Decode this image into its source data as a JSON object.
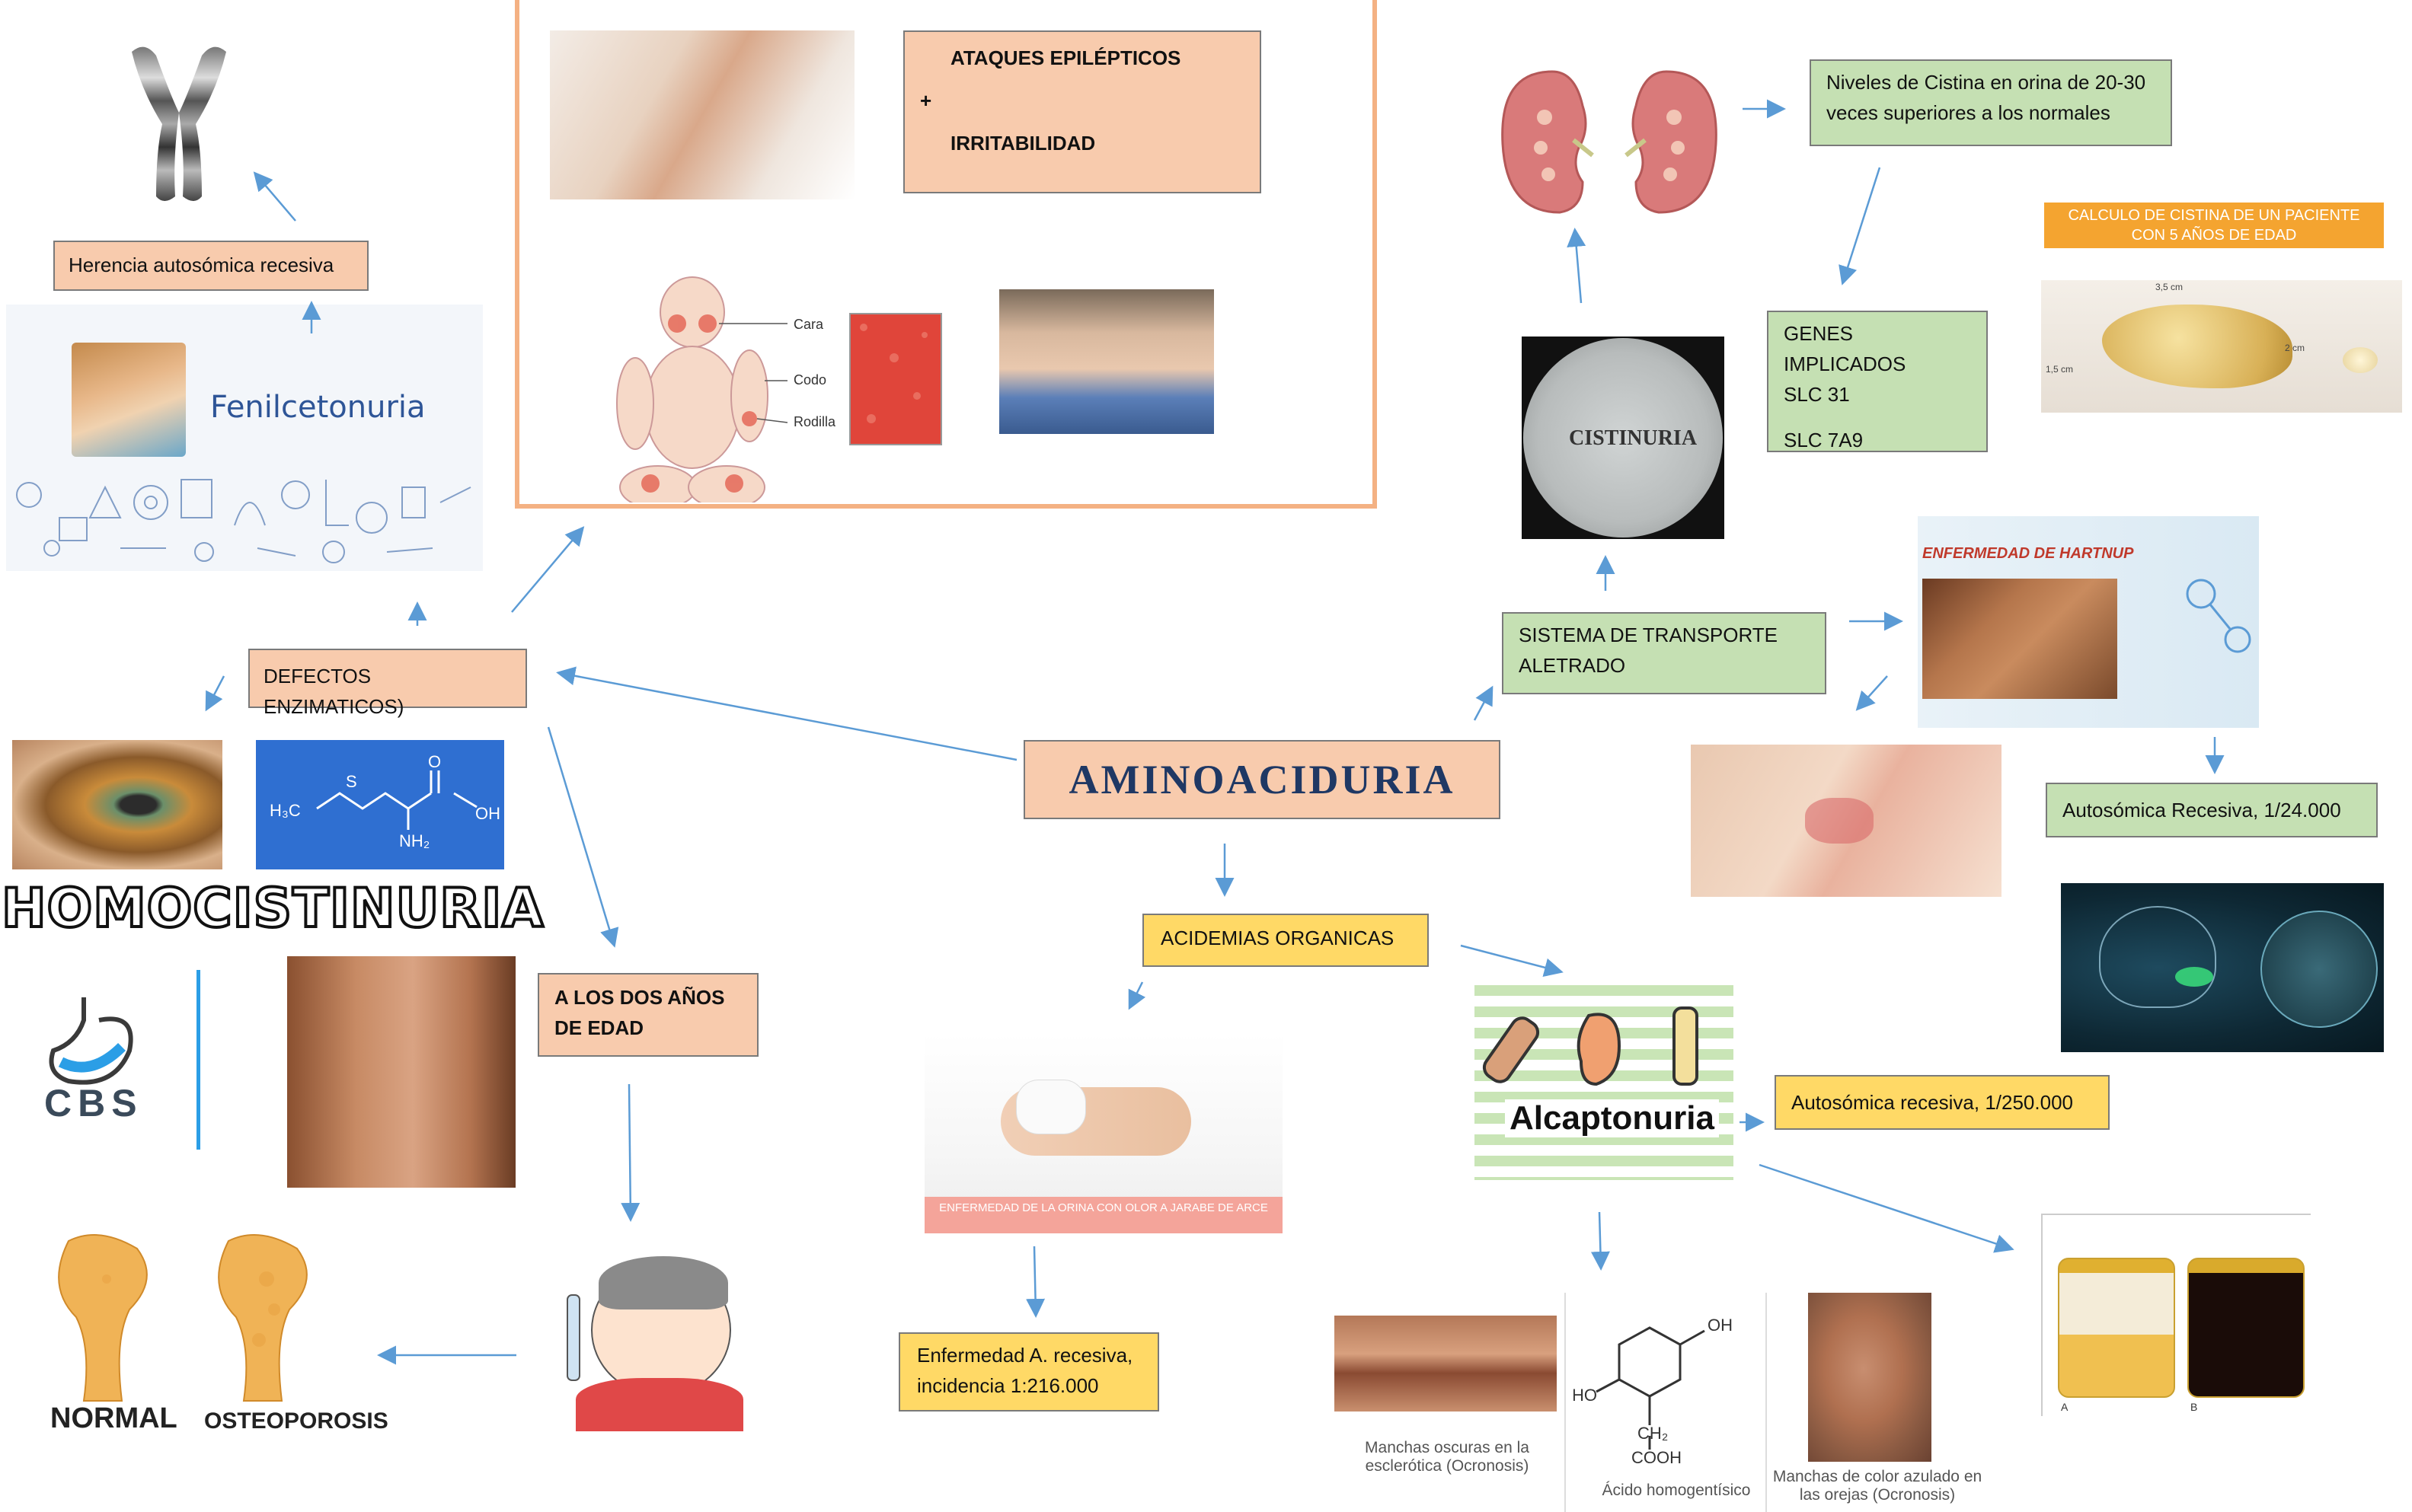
{
  "center": {
    "title": "AMINOACIDURIA"
  },
  "left": {
    "defectos": "DEFECTOS ENZIMATICOS)",
    "herencia": "Herencia autosómica recesiva",
    "fenilcetonuria": "Fenilcetonuria",
    "homocistinuria": "HOMOCISTINURIA",
    "cbs": "CBS",
    "edad": "A LOS DOS AÑOS DE EDAD",
    "normal": "NORMAL",
    "osteoporosis": "OSTEOPOROSIS"
  },
  "top": {
    "ataques": "ATAQUES EPILÉPTICOS",
    "plus": "+",
    "irritabilidad": "IRRITABILIDAD",
    "cara": "Cara",
    "codo": "Codo",
    "rodilla": "Rodilla"
  },
  "right": {
    "transporte": "SISTEMA DE TRANSPORTE ALETRADO",
    "cistinuria": "CISTINURIA",
    "niveles": "Niveles de Cistina en orina de 20-30 veces superiores a los normales",
    "genes_title": "GENES IMPLICADOS",
    "gene1": "SLC 31",
    "gene2": "SLC 7A9",
    "calculo": "CALCULO DE CISTINA DE UN PACIENTE CON 5 AÑOS DE EDAD",
    "calc_w": "3,5 cm",
    "calc_h1": "1,5 cm",
    "calc_h2": "2 cm",
    "hartnup": "ENFERMEDAD DE HARTNUP",
    "hartnup_inh": "Autosómica Recesiva, 1/24.000"
  },
  "bottom": {
    "acidemias": "ACIDEMIAS ORGANICAS",
    "jarabe": "ENFERMEDAD DE LA ORINA CON OLOR A JARABE DE ARCE",
    "recesiva": "Enfermedad A. recesiva, incidencia 1:216.000",
    "alcaptonuria": "Alcaptonuria",
    "alc_inh": "Autosómica recesiva, 1/250.000",
    "manchas_ojos": "Manchas oscuras en la esclerótica (Ocronosis)",
    "acido": "Ácido homogentísico",
    "manchas_orejas": "Manchas de color azulado en las orejas (Ocronosis)",
    "oh": "OH",
    "ho": "HO",
    "ch2": "CH₂",
    "cooh": "COOH",
    "jar_a": "A",
    "jar_b": "B"
  },
  "colors": {
    "salmon": "#f8cbad",
    "green": "#c5e0b3",
    "yellow": "#ffd966",
    "arrow": "#5b9bd5",
    "title": "#1f3864",
    "frame": "#f4b183"
  }
}
